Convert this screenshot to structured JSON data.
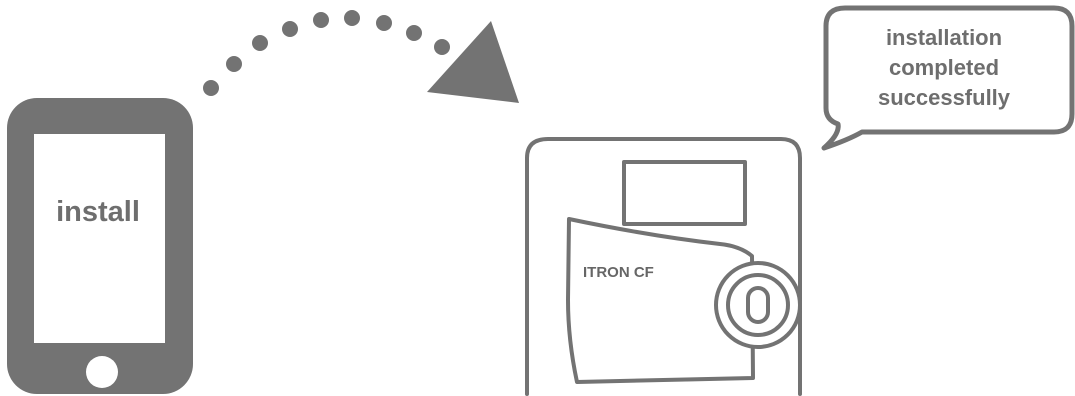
{
  "phone": {
    "screen_label": "install"
  },
  "meter": {
    "brand_label": "ITRON CF",
    "dial_glyph": "0"
  },
  "speech_bubble": {
    "lines": [
      "installation",
      "completed",
      "successfully"
    ]
  },
  "colors": {
    "stroke": "#737373",
    "text": "#6e6e6e",
    "background": "#ffffff"
  }
}
